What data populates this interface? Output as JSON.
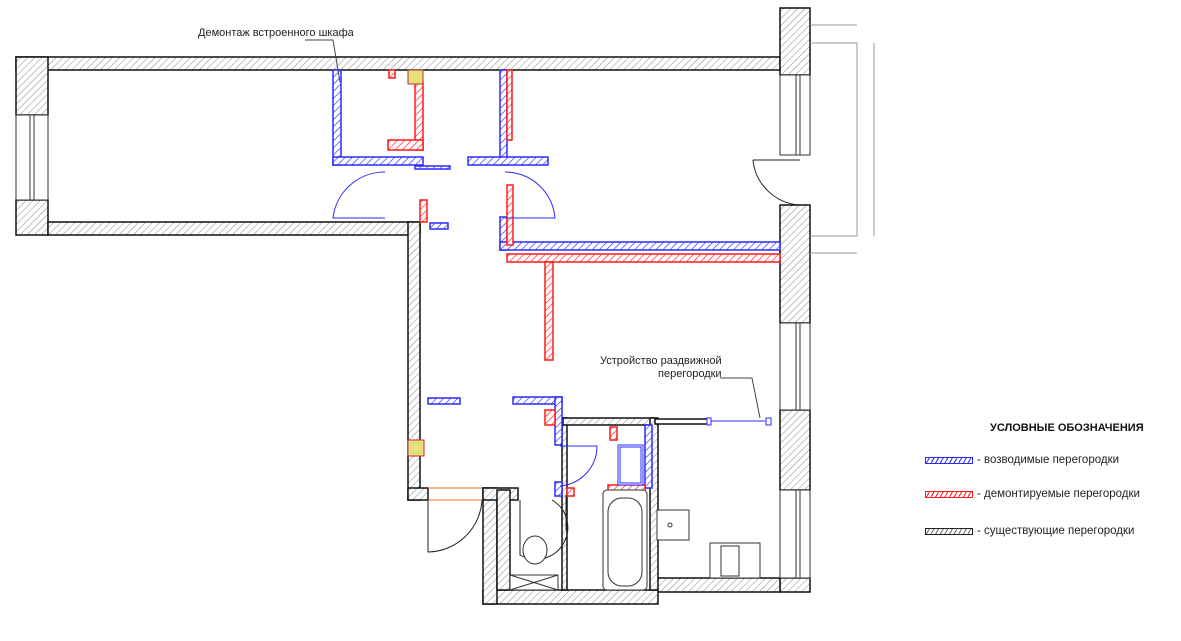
{
  "annotations": {
    "closet_removal": "Демонтаж встроенного шкафа",
    "sliding_partition_line1": "Устройство раздвижной",
    "sliding_partition_line2": "перегородки"
  },
  "legend": {
    "title": "УСЛОВНЫЕ ОБОЗНАЧЕНИЯ",
    "items": [
      {
        "label": "- возводимые перегородки",
        "color": "#2b2bff"
      },
      {
        "label": "- демонтируемые  перегородки",
        "color": "#ff1a1a"
      },
      {
        "label": "- существующие  перегородки",
        "color": "#222222"
      }
    ]
  },
  "colors": {
    "new": "#2b2bff",
    "removed": "#ff1a1a",
    "existing": "#222222",
    "hatch": "#888888"
  }
}
